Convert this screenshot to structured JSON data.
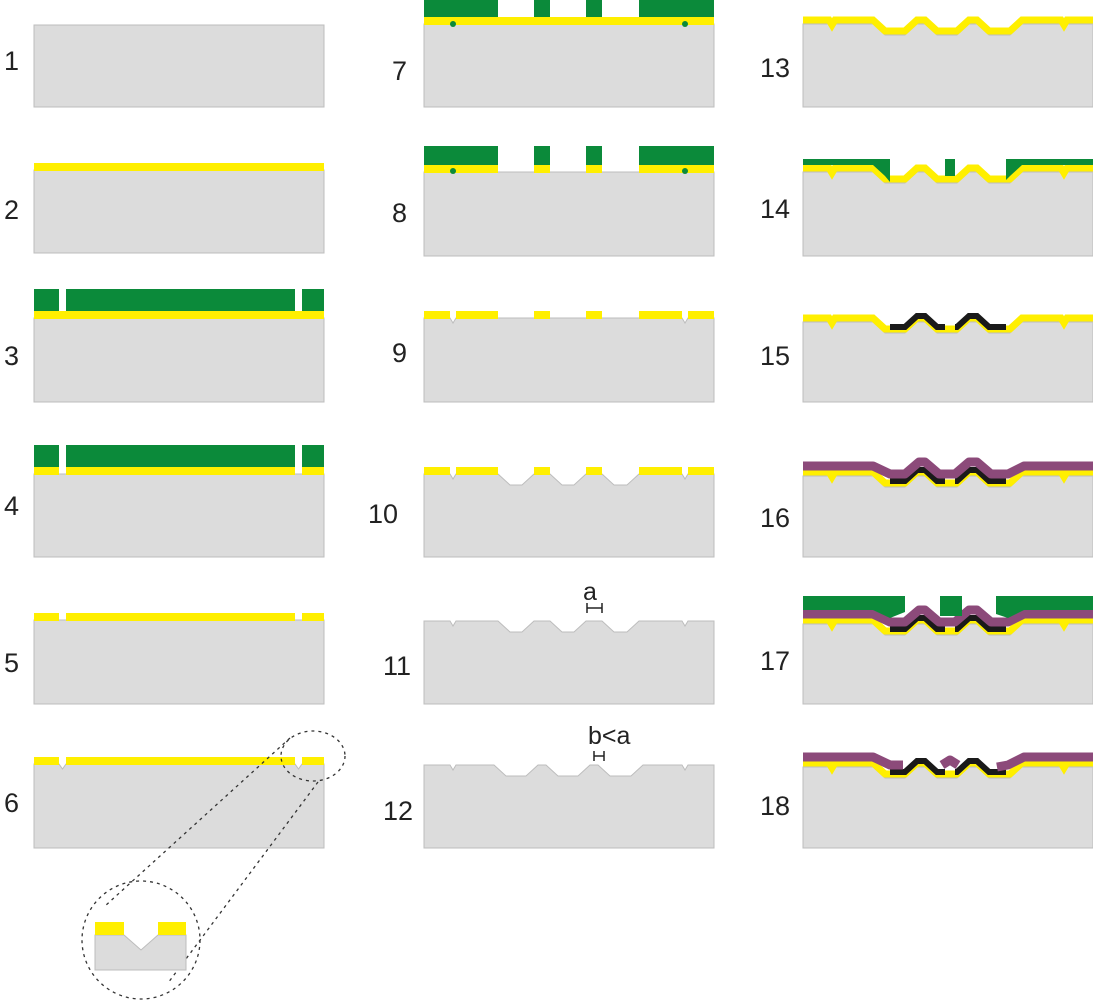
{
  "steps": {
    "s1": "1",
    "s2": "2",
    "s3": "3",
    "s4": "4",
    "s5": "5",
    "s6": "6",
    "s7": "7",
    "s8": "8",
    "s9": "9",
    "s10": "10",
    "s11": "11",
    "s12": "12",
    "s13": "13",
    "s14": "14",
    "s15": "15",
    "s16": "16",
    "s17": "17",
    "s18": "18"
  },
  "annotations": {
    "a": "a",
    "b_lt_a": "b<a"
  },
  "colors": {
    "substrate": "#dcdcdc",
    "gold_layer": "#ffef00",
    "photoresist": "#0b8a3a",
    "black_layer": "#1a1a1a",
    "purple_layer": "#8c4a7a"
  }
}
